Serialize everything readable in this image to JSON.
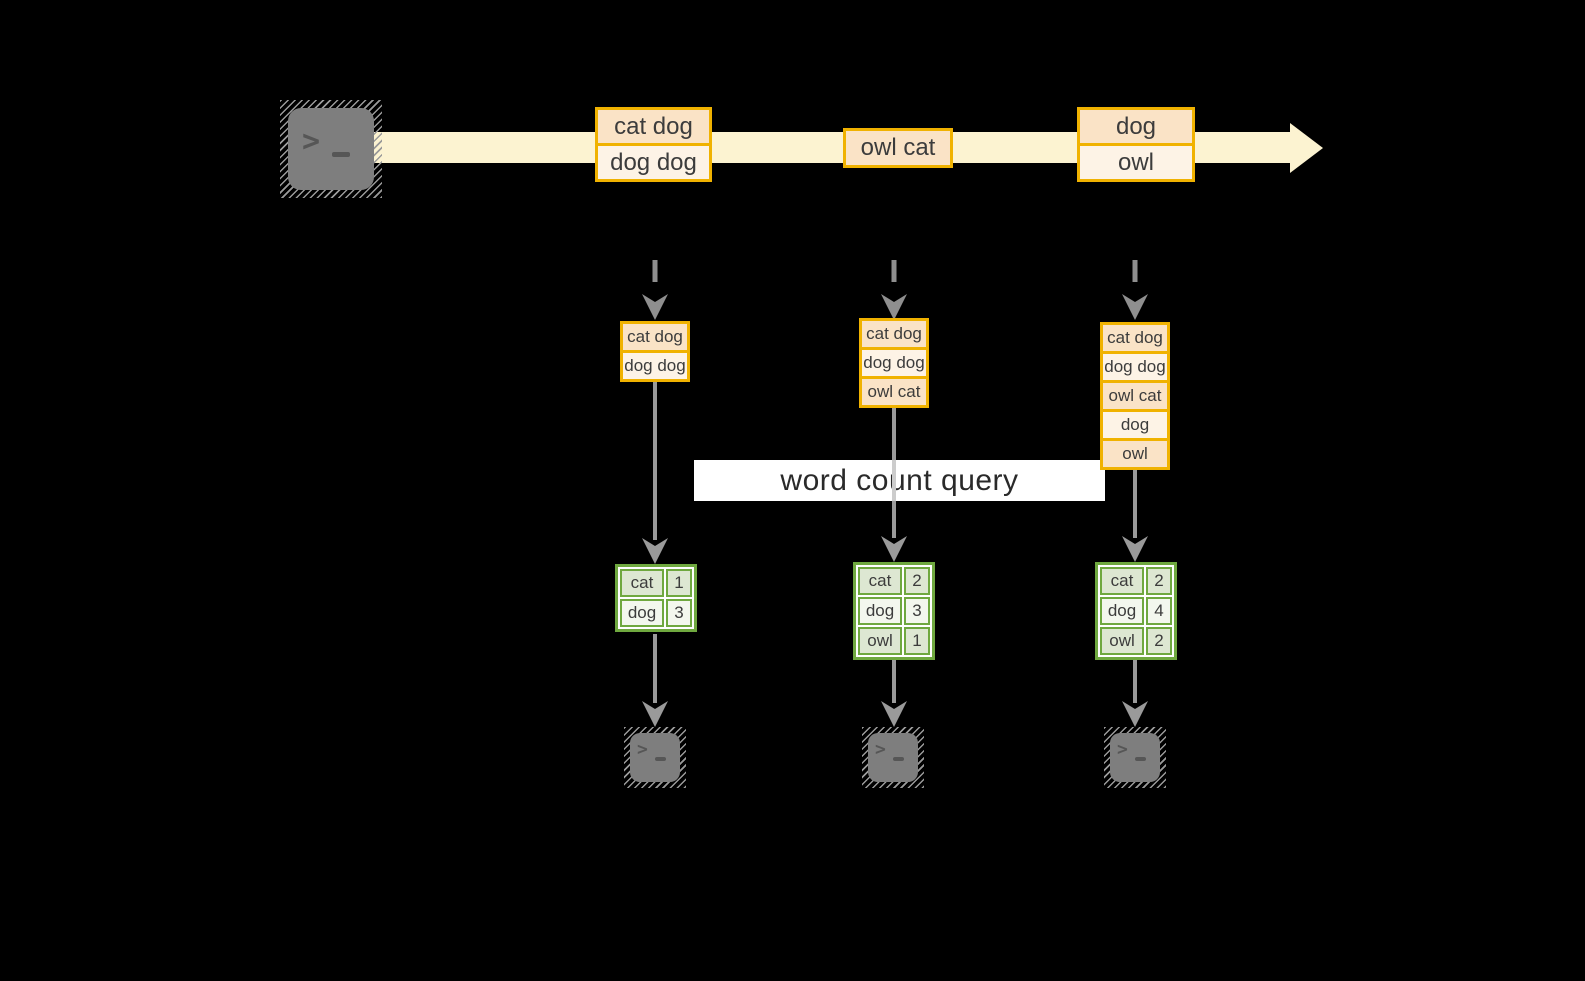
{
  "query_label": "word count query",
  "icons": {
    "prompt_chevron": ">"
  },
  "colors": {
    "background": "#000000",
    "stream_fill": "#FCF3D1",
    "record_border": "#F0B200",
    "record_fill_dark": "#FAE3C6",
    "record_fill_light": "#FDF3E6",
    "table_border": "#6FA83F",
    "table_fill_dark": "#DDE7D2",
    "table_fill_light": "#F3F7EE",
    "arrow_gray": "#999999",
    "terminal_gray": "#7E7E7E",
    "label_bg": "#FFFFFF",
    "text": "#3C3C3C"
  },
  "stream": {
    "batches": [
      {
        "records": [
          "cat dog",
          "dog dog"
        ]
      },
      {
        "records": [
          "owl cat"
        ]
      },
      {
        "records": [
          "dog",
          "owl"
        ]
      }
    ]
  },
  "pipelines": [
    {
      "buffer": [
        "cat dog",
        "dog dog"
      ],
      "counts": [
        {
          "word": "cat",
          "count": "1"
        },
        {
          "word": "dog",
          "count": "3"
        }
      ]
    },
    {
      "buffer": [
        "cat dog",
        "dog dog",
        "owl cat"
      ],
      "counts": [
        {
          "word": "cat",
          "count": "2"
        },
        {
          "word": "dog",
          "count": "3"
        },
        {
          "word": "owl",
          "count": "1"
        }
      ]
    },
    {
      "buffer": [
        "cat dog",
        "dog dog",
        "owl cat",
        "dog",
        "owl"
      ],
      "counts": [
        {
          "word": "cat",
          "count": "2"
        },
        {
          "word": "dog",
          "count": "4"
        },
        {
          "word": "owl",
          "count": "2"
        }
      ]
    }
  ]
}
